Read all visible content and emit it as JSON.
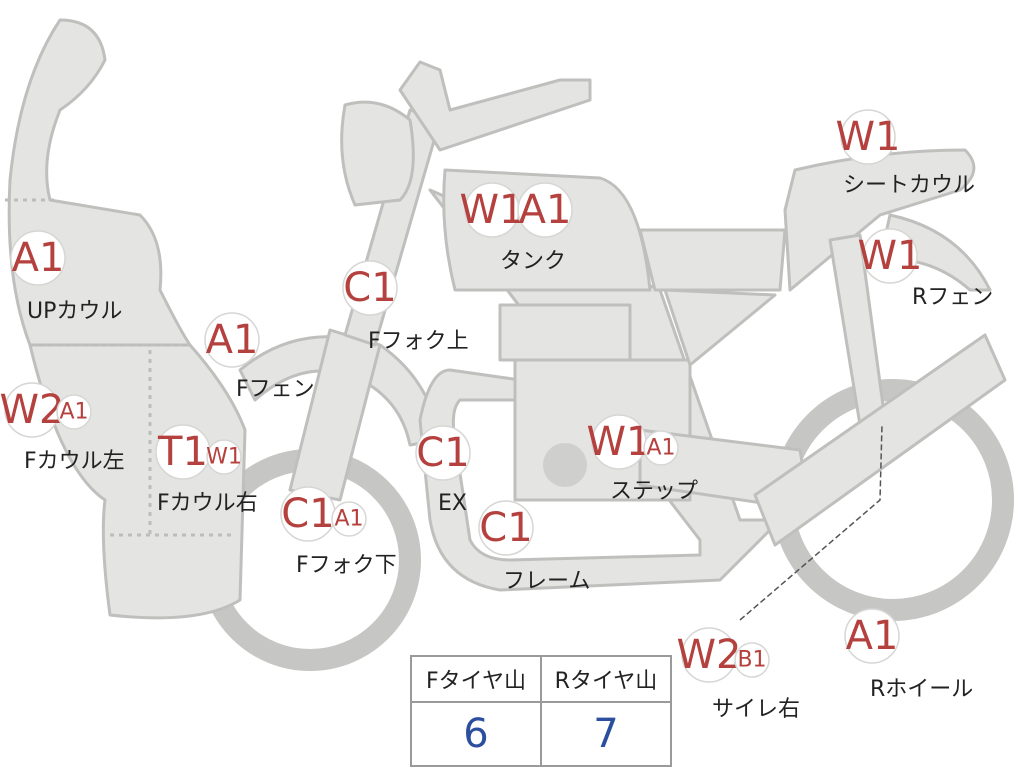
{
  "parts": [
    {
      "name": "up-cowl",
      "label": "UPカウル",
      "codes": [
        {
          "code": "A1",
          "size": "large"
        }
      ]
    },
    {
      "name": "f-cowl-left",
      "label": "Fカウル左",
      "codes": [
        {
          "code": "W2",
          "size": "large"
        },
        {
          "code": "A1",
          "size": "small"
        }
      ]
    },
    {
      "name": "f-cowl-right",
      "label": "Fカウル右",
      "codes": [
        {
          "code": "T1",
          "size": "large"
        },
        {
          "code": "W1",
          "size": "small"
        }
      ]
    },
    {
      "name": "f-fender",
      "label": "Fフェン",
      "codes": [
        {
          "code": "A1",
          "size": "large"
        }
      ]
    },
    {
      "name": "f-fork-upper",
      "label": "Fフォク上",
      "codes": [
        {
          "code": "C1",
          "size": "large"
        }
      ]
    },
    {
      "name": "f-fork-lower",
      "label": "Fフォク下",
      "codes": [
        {
          "code": "C1",
          "size": "large"
        },
        {
          "code": "A1",
          "size": "small"
        }
      ]
    },
    {
      "name": "ex",
      "label": "EX",
      "codes": [
        {
          "code": "C1",
          "size": "large"
        }
      ]
    },
    {
      "name": "frame",
      "label": "フレーム",
      "codes": [
        {
          "code": "C1",
          "size": "large"
        }
      ]
    },
    {
      "name": "tank",
      "label": "タンク",
      "codes": [
        {
          "code": "W1",
          "size": "large"
        },
        {
          "code": "A1",
          "size": "large"
        }
      ]
    },
    {
      "name": "step",
      "label": "ステップ",
      "codes": [
        {
          "code": "W1",
          "size": "large"
        },
        {
          "code": "A1",
          "size": "small"
        }
      ]
    },
    {
      "name": "seat-cowl",
      "label": "シートカウル",
      "codes": [
        {
          "code": "W1",
          "size": "large"
        }
      ]
    },
    {
      "name": "r-fender",
      "label": "Rフェン",
      "codes": [
        {
          "code": "W1",
          "size": "large"
        }
      ]
    },
    {
      "name": "muffler-right",
      "label": "サイレ右",
      "codes": [
        {
          "code": "W2",
          "size": "large"
        },
        {
          "code": "B1",
          "size": "small"
        }
      ]
    },
    {
      "name": "r-wheel",
      "label": "Rホイール",
      "codes": [
        {
          "code": "A1",
          "size": "large"
        }
      ]
    }
  ],
  "tire_tread": {
    "front_header": "Fタイヤ山",
    "rear_header": "Rタイヤ山",
    "front_value": "6",
    "rear_value": "7"
  },
  "colors": {
    "part_fill": "#e4e4e2",
    "part_stroke": "#bfbfbd",
    "code_text": "#b5413e",
    "value_text": "#2b4f9e"
  }
}
